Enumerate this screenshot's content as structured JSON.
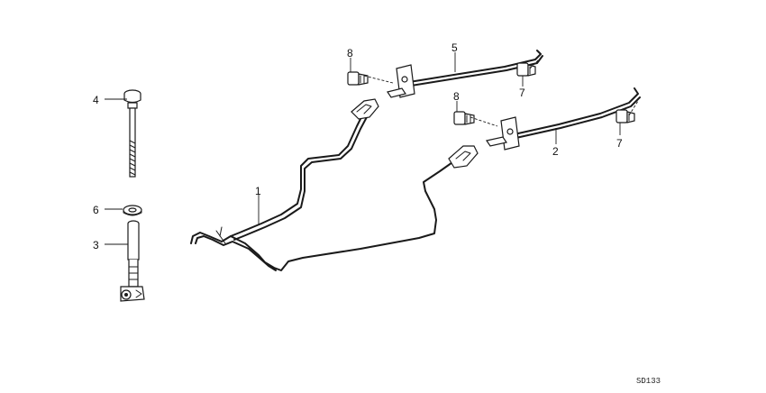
{
  "callouts": {
    "c1": "1",
    "c2": "2",
    "c3": "3",
    "c4": "4",
    "c5": "5",
    "c6": "6",
    "c7a": "7",
    "c7b": "7",
    "c8a": "8",
    "c8b": "8"
  },
  "diagram_code": "SD133",
  "colors": {
    "line": "#1a1a1a",
    "background": "#ffffff"
  }
}
